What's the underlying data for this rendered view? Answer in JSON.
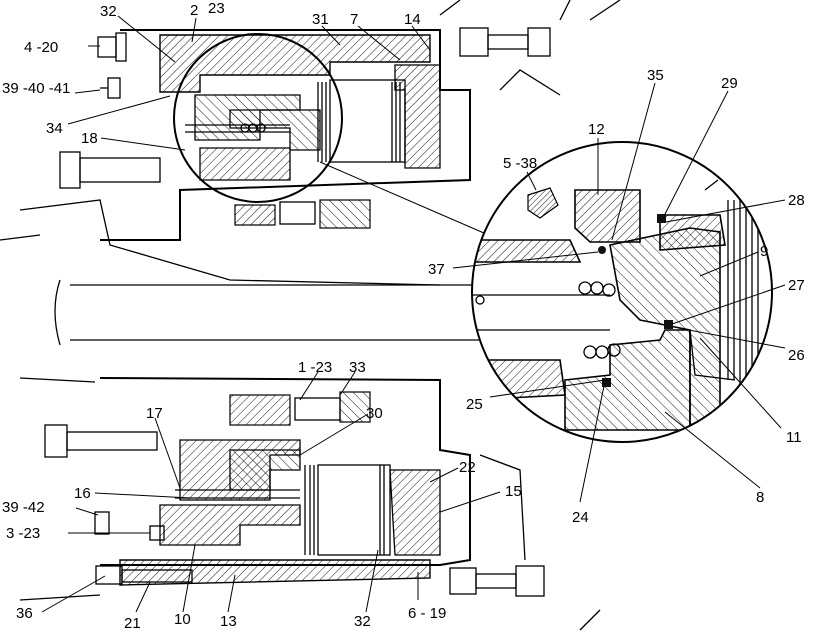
{
  "title": "",
  "callouts": {
    "c32_top": "32",
    "c2": "2",
    "c23": "23",
    "c31": "31",
    "c7": "7",
    "c14": "14",
    "c4_20": "4 -20",
    "c39_40_41": "39 -40 -41",
    "c34": "34",
    "c18": "18",
    "c5_38": "5 -38",
    "c12": "12",
    "c35": "35",
    "c29": "29",
    "c28": "28",
    "c9": "9",
    "c27": "27",
    "c26": "26",
    "c37": "37",
    "c25": "25",
    "c24": "24",
    "c11": "11",
    "c8": "8",
    "c1_23": "1 -23",
    "c33": "33",
    "c30": "30",
    "c17": "17",
    "c22": "22",
    "c15": "15",
    "c16": "16",
    "c39_42": "39 -42",
    "c3_23": "3 -23",
    "c36": "36",
    "c21": "21",
    "c10": "10",
    "c13": "13",
    "c32_bottom": "32",
    "c6_19": "6 - 19"
  }
}
